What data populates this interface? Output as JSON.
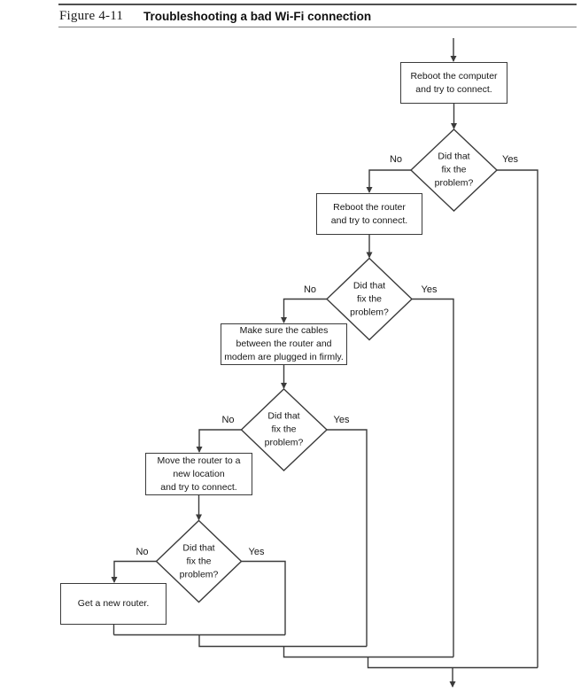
{
  "figure_header": {
    "figure_label": "Figure 4-11",
    "figure_title": "Troubleshooting a bad Wi-Fi connection"
  },
  "flowchart": {
    "process_boxes": [
      {
        "name": "reboot-computer",
        "lines": [
          "Reboot the computer",
          "and try to connect."
        ]
      },
      {
        "name": "reboot-router",
        "lines": [
          "Reboot the router",
          "and try to connect."
        ]
      },
      {
        "name": "check-cables",
        "lines": [
          "Make sure the cables",
          "between the router and",
          "modem are plugged in firmly."
        ]
      },
      {
        "name": "move-router",
        "lines": [
          "Move the router to a",
          "new location",
          "and try to connect."
        ]
      },
      {
        "name": "get-new-router",
        "lines": [
          "Get a new router."
        ]
      }
    ],
    "decisions": [
      {
        "lines": [
          "Did that",
          "fix the",
          "problem?"
        ],
        "no_label": "No",
        "yes_label": "Yes"
      },
      {
        "lines": [
          "Did that",
          "fix the",
          "problem?"
        ],
        "no_label": "No",
        "yes_label": "Yes"
      },
      {
        "lines": [
          "Did that",
          "fix the",
          "problem?"
        ],
        "no_label": "No",
        "yes_label": "Yes"
      },
      {
        "lines": [
          "Did that",
          "fix the",
          "problem?"
        ],
        "no_label": "No",
        "yes_label": "Yes"
      }
    ]
  }
}
